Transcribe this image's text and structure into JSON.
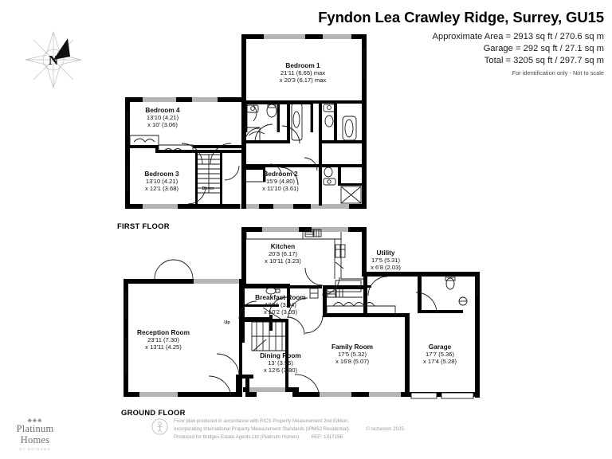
{
  "header": {
    "title": "Fyndon Lea Crawley Ridge, Surrey, GU15",
    "approx_area": "Approximate Area = 2913 sq ft / 270.6 sq m",
    "garage_area": "Garage = 292 sq ft / 27.1 sq m",
    "total_area": "Total = 3205 sq ft / 297.7 sq m",
    "disclaimer": "For identification only - Not to scale"
  },
  "compass": {
    "label": "N",
    "icon": "compass-rose-icon"
  },
  "floors": [
    {
      "caption": "FIRST FLOOR",
      "rooms": [
        {
          "name": "Bedroom 1",
          "dim1": "21'11 (6.65) max",
          "dim2": "x 20'3 (6.17) max"
        },
        {
          "name": "Bedroom 4",
          "dim1": "13'10 (4.21)",
          "dim2": "x 10' (3.06)"
        },
        {
          "name": "Bedroom 3",
          "dim1": "13'10 (4.21)",
          "dim2": "x 12'1 (3.68)"
        },
        {
          "name": "Bedroom 2",
          "dim1": "15'9 (4.80)",
          "dim2": "x 11'10 (3.61)"
        }
      ],
      "stair_note": "Down"
    },
    {
      "caption": "GROUND FLOOR",
      "rooms": [
        {
          "name": "Kitchen",
          "dim1": "20'3 (6.17)",
          "dim2": "x 10'11 (3.23)"
        },
        {
          "name": "Utility",
          "dim1": "17'5 (5.31)",
          "dim2": "x 6'8 (2.03)"
        },
        {
          "name": "Breakfast Room",
          "dim1": "12'11 (3.94)",
          "dim2": "x 10'2 (3.09)"
        },
        {
          "name": "Reception Room",
          "dim1": "23'11 (7.30)",
          "dim2": "x 13'11 (4.25)"
        },
        {
          "name": "Dining Room",
          "dim1": "13' (3.96)",
          "dim2": "x 12'6 (3.80)"
        },
        {
          "name": "Family Room",
          "dim1": "17'5 (5.32)",
          "dim2": "x 16'8 (5.07)"
        },
        {
          "name": "Garage",
          "dim1": "17'7 (5.36)",
          "dim2": "x 17'4 (5.28)"
        }
      ],
      "stair_note": "Up"
    }
  ],
  "brand": {
    "crowns": "♣♣♣",
    "line1": "Platinum",
    "line2": "Homes",
    "line3": "BY BRIDGES"
  },
  "legal": {
    "line1": "Floor plan produced in accordance with RICS Property Measurement 2nd Edition.",
    "line2": "Incorporating International Property Measurement Standards (IPMS2 Residential).",
    "copyright": "© nichecom 2025.",
    "line3": "Produced for Bridges Estate Agents Ltd (Platinum Homes).",
    "ref": "REF: 1317168"
  },
  "colors": {
    "wall": "#000000",
    "window": "#b5b5b5",
    "text": "#111111",
    "muted": "#9b9b9b"
  }
}
